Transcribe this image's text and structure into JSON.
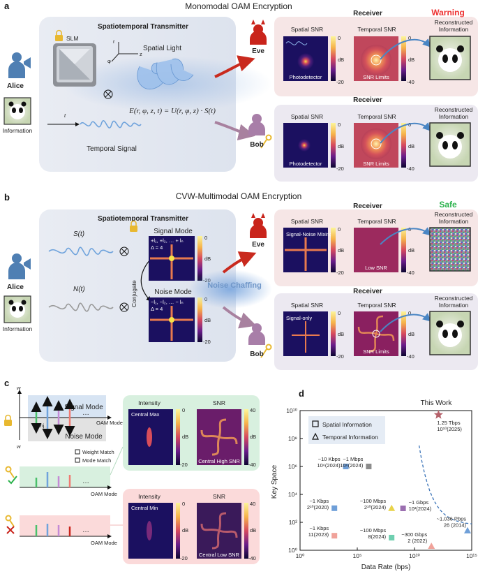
{
  "panel_a": {
    "letter": "a",
    "title": "Monomodal OAM Encryption",
    "transmitter_title": "Spatiotemporal Transmitter",
    "slm": "SLM",
    "spatial_light": "Spatial Light",
    "temporal_signal": "Temporal Signal",
    "equation": "E(r, φ, z, t) = U(r, φ, z) · S(t)",
    "axis_r": "r",
    "axis_phi": "φ",
    "axis_z": "z",
    "axis_t": "t",
    "alice": "Alice",
    "information": "Information",
    "eve": "Eve",
    "bob": "Bob",
    "receiver": "Receiver",
    "warning": "Warning",
    "spatial_snr": "Spatial SNR",
    "temporal_snr": "Temporal SNR",
    "reconstructed": "Reconstructed",
    "information2": "Information",
    "photodetector": "Photodetector",
    "snr_limits": "SNR Limits",
    "cb_top": "0",
    "cb_bottom_spatial": "-20",
    "cb_bottom_temporal": "-40",
    "cb_unit": "dB"
  },
  "panel_b": {
    "letter": "b",
    "title": "CVW-Multimodal OAM Encryption",
    "transmitter_title": "Spatiotemporal Transmitter",
    "s_t": "S(t)",
    "n_t": "N(t)",
    "conjugate": "Conjugate",
    "signal_mode": "Signal Mode",
    "noise_mode": "Noise Mode",
    "signal_modes": "+l₁, +l₂, … + lₙ",
    "noise_modes": "−l₁, −l₂, … − lₙ",
    "delta": "Δ = 4",
    "noise_chaffing": "Noise Chaffing",
    "safe": "Safe",
    "signal_noise_mixing": "Signal-Noise Mixing",
    "low_snr": "Low SNR",
    "signal_only": "Signal-only",
    "snr_limits": "SNR Limits"
  },
  "panel_c": {
    "letter": "c",
    "signal_mode": "Signal Mode",
    "noise_mode": "Noise Mode",
    "oam_mode": "OAM Mode",
    "w": "w",
    "conj": "Conj.",
    "weight_match": "Weight Match",
    "mode_match": "Mode Match",
    "dots": "…",
    "intensity": "Intensity",
    "snr": "SNR",
    "central_max": "Central Max",
    "central_min": "Central Min",
    "central_high_snr": "Central High SNR",
    "central_low_snr": "Central Low SNR",
    "cb_i_top": "0",
    "cb_i_bottom": "-20",
    "cb_s_top": "40",
    "cb_s_bottom": "-40",
    "db": "dB"
  },
  "chart_data": {
    "type": "scatter",
    "letter": "d",
    "title": "This Work",
    "xlabel": "Data Rate (bps)",
    "ylabel": "Key Space",
    "xscale": "log",
    "yscale": "log",
    "xlim": [
      1,
      1000000000000000.0
    ],
    "ylim": [
      1,
      10000000000.0
    ],
    "x_ticks": [
      "10⁰",
      "10⁵",
      "10¹⁰",
      "10¹⁵"
    ],
    "y_ticks": [
      "10⁰",
      "10²",
      "10⁴",
      "10⁶",
      "10⁸",
      "10¹⁰"
    ],
    "legend": [
      {
        "marker": "square",
        "label": "Spatial Information"
      },
      {
        "marker": "triangle",
        "label": "Temporal Information"
      }
    ],
    "points": [
      {
        "x": 1250000000000.0,
        "y": 10000000000.0,
        "marker": "star",
        "color": "#b5616a",
        "label": [
          "1.25 Tbps",
          "10¹⁰(2025)"
        ]
      },
      {
        "x": 10000.0,
        "y": 1000000.0,
        "marker": "square",
        "color": "#6f9fd8",
        "label": [
          "~10 Kbps",
          "10⁶(2024)"
        ]
      },
      {
        "x": 1000000.0,
        "y": 1000000.0,
        "marker": "square",
        "color": "#8c8c8c",
        "label": [
          "~1 Mbps",
          "10⁶(2024)"
        ]
      },
      {
        "x": 1000.0,
        "y": 1024,
        "marker": "square",
        "color": "#6f9fd8",
        "label": [
          "~1 Kbps",
          "2¹⁰(2020)"
        ]
      },
      {
        "x": 100000000.0,
        "y": 1024,
        "marker": "triangle",
        "color": "#e8d34a",
        "label": [
          "~100 Mbps",
          "2¹⁰(2024)"
        ]
      },
      {
        "x": 1000000000.0,
        "y": 1000,
        "marker": "square",
        "color": "#9b6fb0",
        "label": [
          "~1 Gbps",
          "10³(2024)"
        ]
      },
      {
        "x": 1000.0,
        "y": 11,
        "marker": "square",
        "color": "#f0a29a",
        "label": [
          "~1 Kbps",
          "11(2023)"
        ]
      },
      {
        "x": 100000000.0,
        "y": 8,
        "marker": "square",
        "color": "#6fcfb0",
        "label": [
          "~100 Mbps",
          "8(2024)"
        ]
      },
      {
        "x": 300000000000.0,
        "y": 2,
        "marker": "triangle",
        "color": "#f0a29a",
        "label": [
          "~300 Gbps",
          "2 (2022)"
        ]
      },
      {
        "x": 1036000000000000.0,
        "y": 26,
        "marker": "triangle",
        "color": "#6f9fd8",
        "label": [
          "~1.036 Pbps",
          "26 (2014)"
        ]
      }
    ],
    "boundary": {
      "style": "dashed",
      "color": "#3a73b8"
    }
  },
  "colors": {
    "eve_panel": "#f6e6e6",
    "bob_panel": "#ece9f1",
    "transmitter_panel": "#eef0f5",
    "warning": "#e33",
    "safe": "#2bb24c",
    "alice": "#4f7fb3",
    "bob": "#a87ea8",
    "eve": "#c9241b",
    "key": "#e8b830",
    "arrow_red": "#c92a1e",
    "arrow_purple": "#a8819f"
  }
}
